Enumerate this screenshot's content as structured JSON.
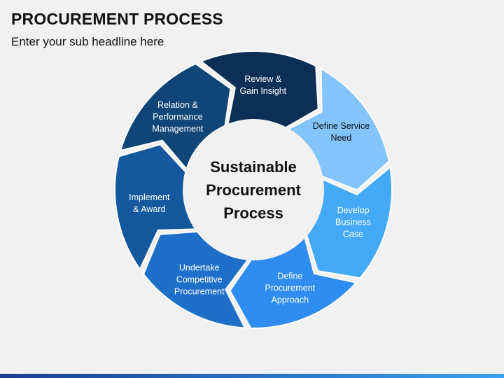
{
  "header": {
    "title": "PROCUREMENT PROCESS",
    "subtitle": "Enter your sub headline here"
  },
  "center": {
    "lines": [
      "Sustainable",
      "Procurement",
      "Process"
    ]
  },
  "steps": [
    {
      "lines": [
        "Define Service",
        "Need"
      ],
      "color": "#82c4fb",
      "text_color": "#111111"
    },
    {
      "lines": [
        "Develop",
        "Business",
        "Case"
      ],
      "color": "#44aaf8",
      "text_color": "#ffffff"
    },
    {
      "lines": [
        "Define",
        "Procurement",
        "Approach"
      ],
      "color": "#2f8cf0",
      "text_color": "#ffffff"
    },
    {
      "lines": [
        "Undertake",
        "Competitive",
        "Procurement"
      ],
      "color": "#1d6fc9",
      "text_color": "#ffffff"
    },
    {
      "lines": [
        "Implement",
        "& Award"
      ],
      "color": "#14589e",
      "text_color": "#ffffff"
    },
    {
      "lines": [
        "Relation &",
        "Performance",
        "Management"
      ],
      "color": "#0f4577",
      "text_color": "#ffffff"
    },
    {
      "lines": [
        "Review &",
        "Gain Insight"
      ],
      "color": "#0c2f56",
      "text_color": "#ffffff"
    }
  ],
  "colors": {
    "background": "#f1f1f1",
    "center_fill": "#f1f1f1",
    "bar_left": "#1a3f8f",
    "bar_right": "#3aa0f0"
  }
}
